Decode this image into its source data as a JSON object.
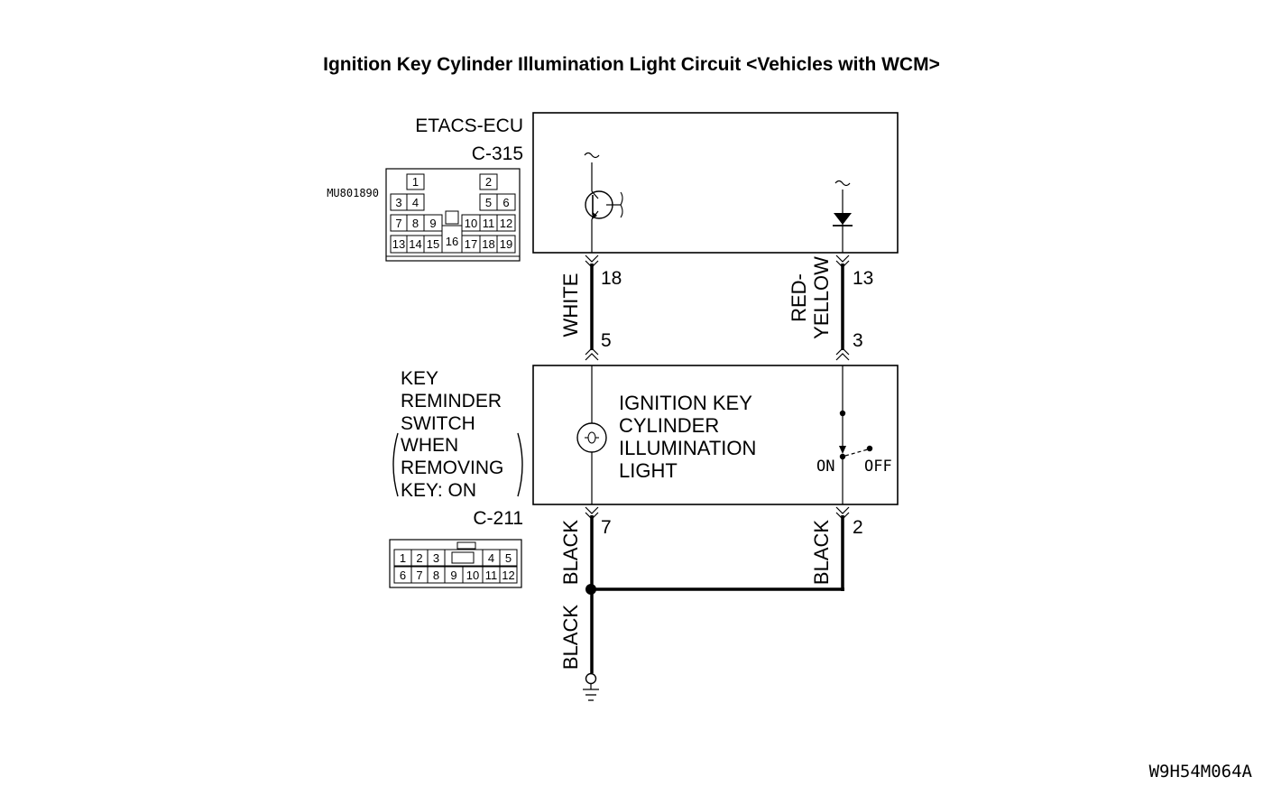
{
  "title": "Ignition Key Cylinder Illumination Light Circuit <Vehicles with WCM>",
  "footer_code": "W9H54M064A",
  "ecu": {
    "name": "ETACS-ECU",
    "connector": "C-315",
    "part_number": "MU801890",
    "pins_row1": [
      "1",
      "2"
    ],
    "pins_row2": [
      "3",
      "4",
      "5",
      "6"
    ],
    "pins_row3": [
      "7",
      "8",
      "9",
      "10",
      "11",
      "12"
    ],
    "pins_row4": [
      "13",
      "14",
      "15",
      "16",
      "17",
      "18",
      "19"
    ]
  },
  "switch_unit": {
    "label_line1": "KEY",
    "label_line2": "REMINDER",
    "label_line3": "SWITCH",
    "label_line4": "WHEN",
    "label_line5": "REMOVING",
    "label_line6": "KEY: ON",
    "connector": "C-211",
    "pins_row1": [
      "1",
      "2",
      "3",
      "4",
      "5"
    ],
    "pins_row2": [
      "6",
      "7",
      "8",
      "9",
      "10",
      "11",
      "12"
    ]
  },
  "light": {
    "line1": "IGNITION KEY",
    "line2": "CYLINDER",
    "line3": "ILLUMINATION",
    "line4": "LIGHT"
  },
  "switch_states": {
    "on": "ON",
    "off": "OFF"
  },
  "wires": {
    "left_upper": {
      "color": "WHITE",
      "pin_top": "18",
      "pin_bottom": "5"
    },
    "right_upper": {
      "color_line1": "RED-",
      "color_line2": "YELLOW",
      "pin_top": "13",
      "pin_bottom": "3"
    },
    "left_lower": {
      "color": "BLACK",
      "pin": "7"
    },
    "right_lower": {
      "color": "BLACK",
      "pin": "2"
    },
    "ground": {
      "color": "BLACK"
    }
  }
}
